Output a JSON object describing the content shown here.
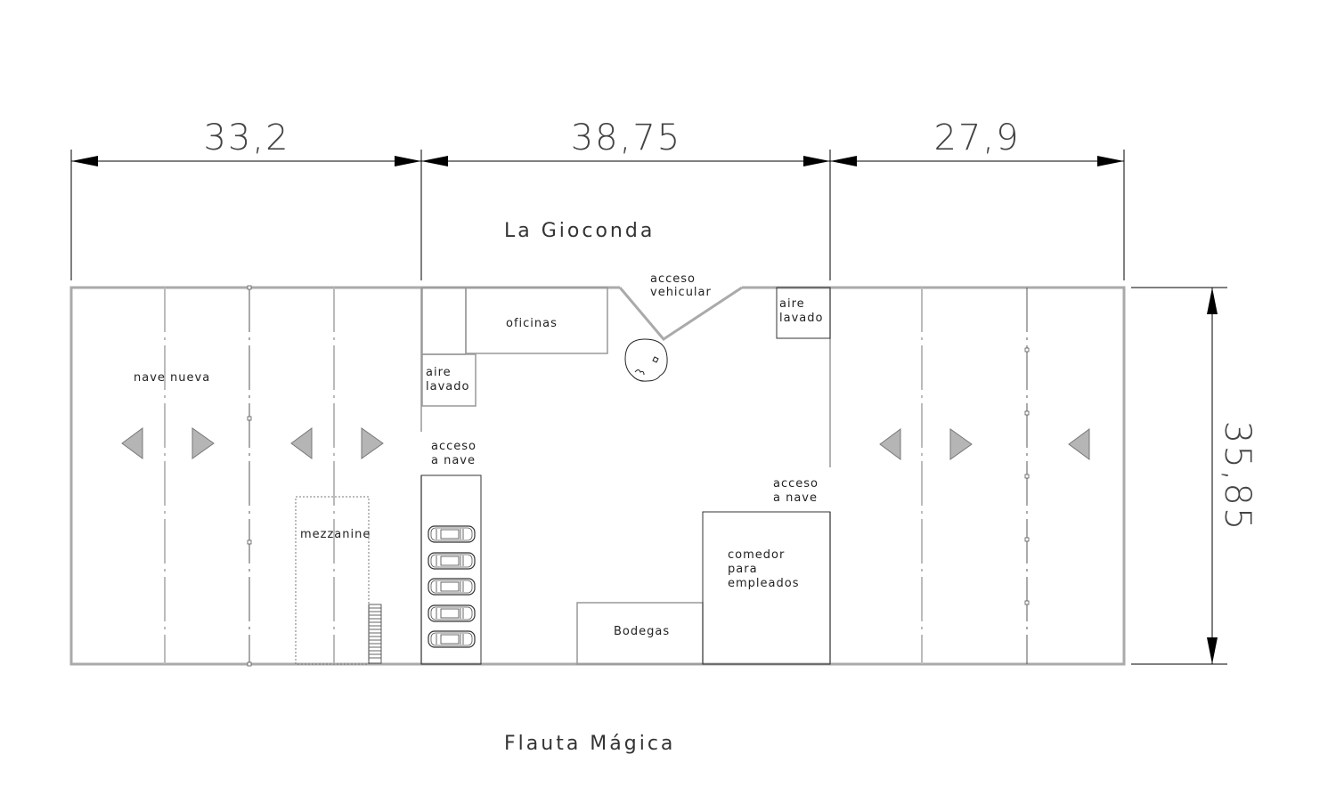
{
  "dimensions": {
    "left_width": "33,2",
    "middle_width": "38,75",
    "right_width": "27,9",
    "height": "35,85"
  },
  "streets": {
    "top": "La Gioconda",
    "bottom": "Flauta Mágica"
  },
  "rooms": {
    "nave_nueva": "nave nueva",
    "mezzanine": "mezzanine",
    "oficinas": "oficinas",
    "aire_lavado_left": [
      "aire",
      "lavado"
    ],
    "aire_lavado_right": [
      "aire",
      "lavado"
    ],
    "acceso_vehicular": [
      "acceso",
      "vehicular"
    ],
    "acceso_nave_left": [
      "acceso",
      "a  nave"
    ],
    "acceso_nave_right": [
      "acceso",
      "a  nave"
    ],
    "comedor": [
      "comedor",
      "para",
      "empleados"
    ],
    "bodegas": "Bodegas"
  },
  "parking_spaces": 5
}
